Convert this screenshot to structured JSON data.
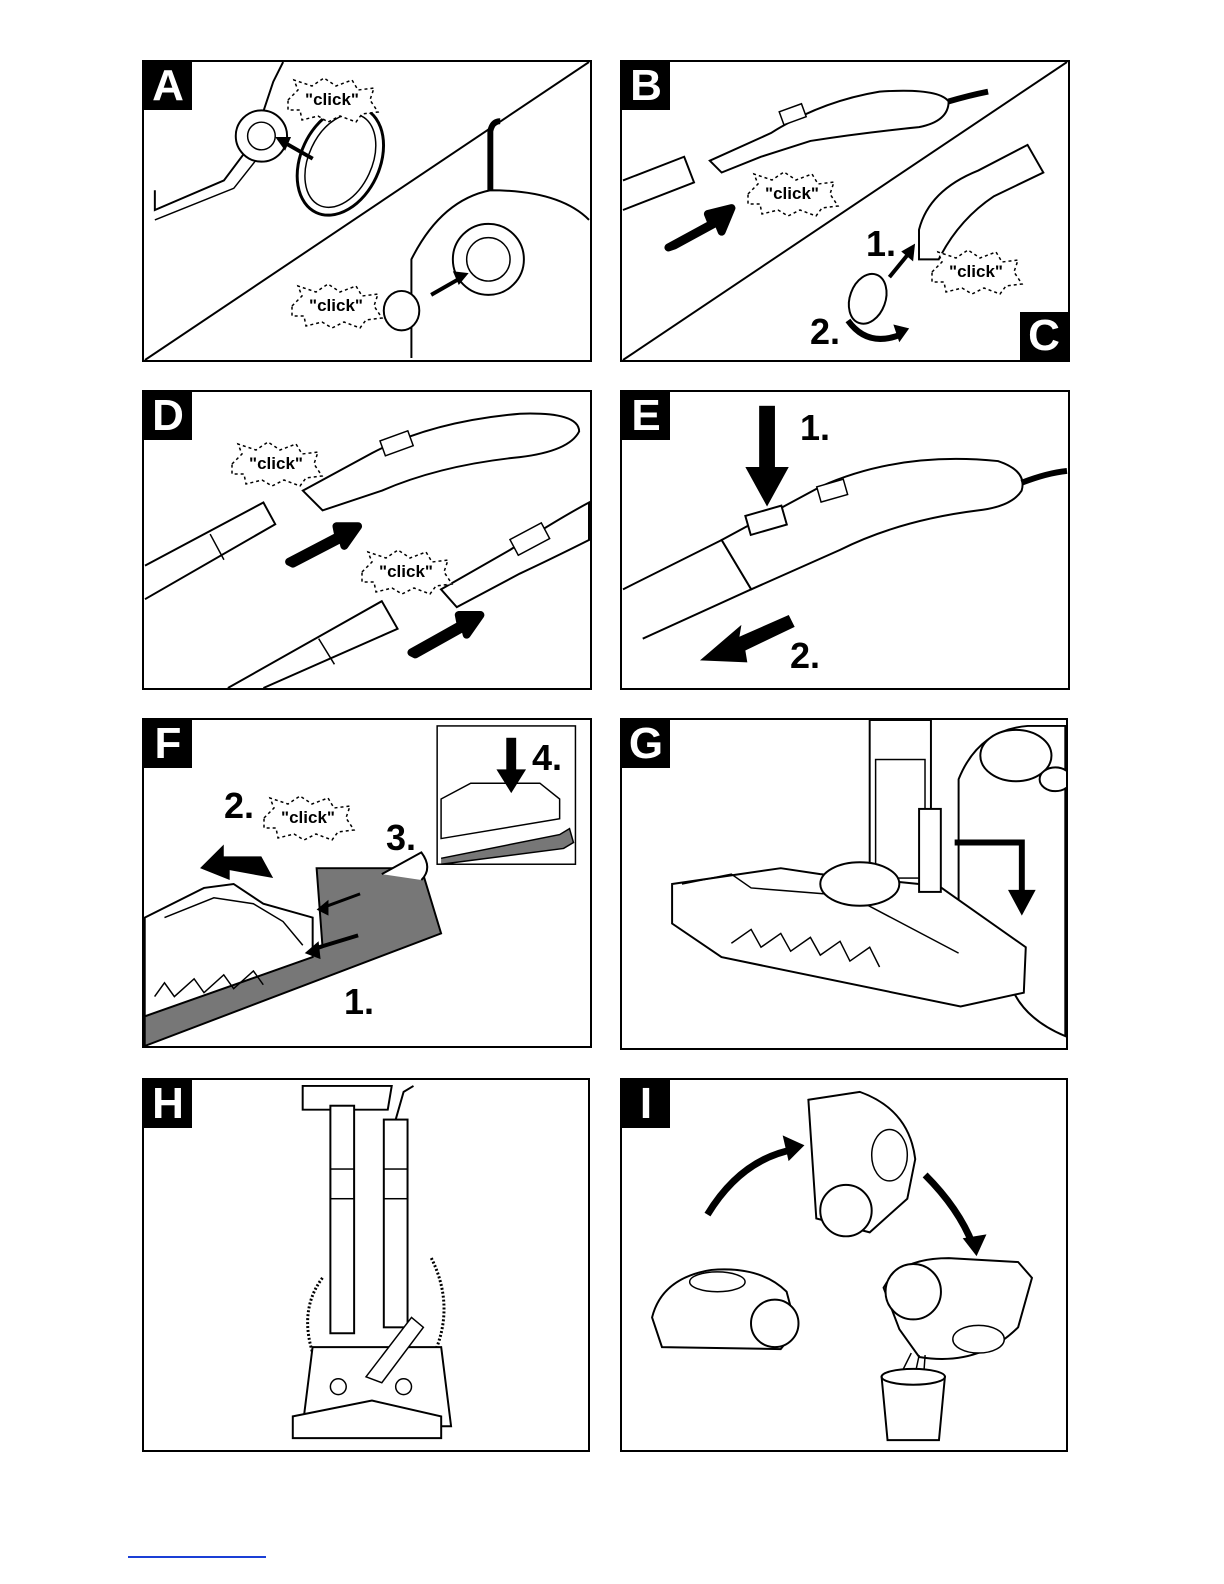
{
  "panels": {
    "a": {
      "letter": "A",
      "burst1": "\"click\"",
      "burst2": "\"click\""
    },
    "b": {
      "letter": "B",
      "burst1": "\"click\""
    },
    "c": {
      "letter": "C",
      "burst1": "\"click\"",
      "step1": "1.",
      "step2": "2."
    },
    "d": {
      "letter": "D",
      "burst1": "\"click\"",
      "burst2": "\"click\""
    },
    "e": {
      "letter": "E",
      "step1": "1.",
      "step2": "2."
    },
    "f": {
      "letter": "F",
      "burst1": "\"click\"",
      "step1": "1.",
      "step2": "2.",
      "step3": "3.",
      "step4": "4."
    },
    "g": {
      "letter": "G"
    },
    "h": {
      "letter": "H"
    },
    "i": {
      "letter": "I"
    }
  },
  "icons": [
    "click-burst-icon",
    "arrow-icon",
    "nozzle-icon",
    "handle-icon",
    "floor-tool-icon",
    "appliance-icon"
  ]
}
